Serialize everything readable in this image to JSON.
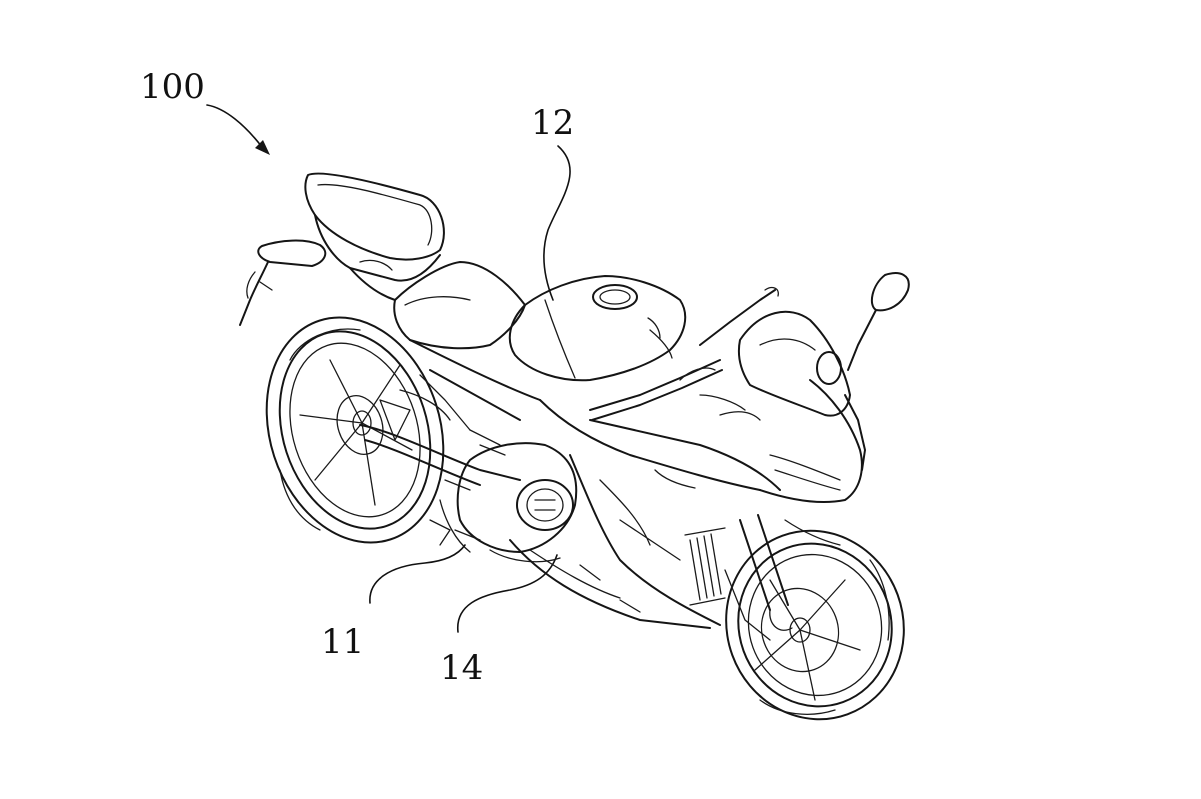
{
  "figure": {
    "reference_numerals": {
      "assembly": "100",
      "fuel_tank": "12",
      "engine_left": "11",
      "engine_lower": "14"
    }
  },
  "colors": {
    "ink": "#151515",
    "background": "#ffffff"
  }
}
